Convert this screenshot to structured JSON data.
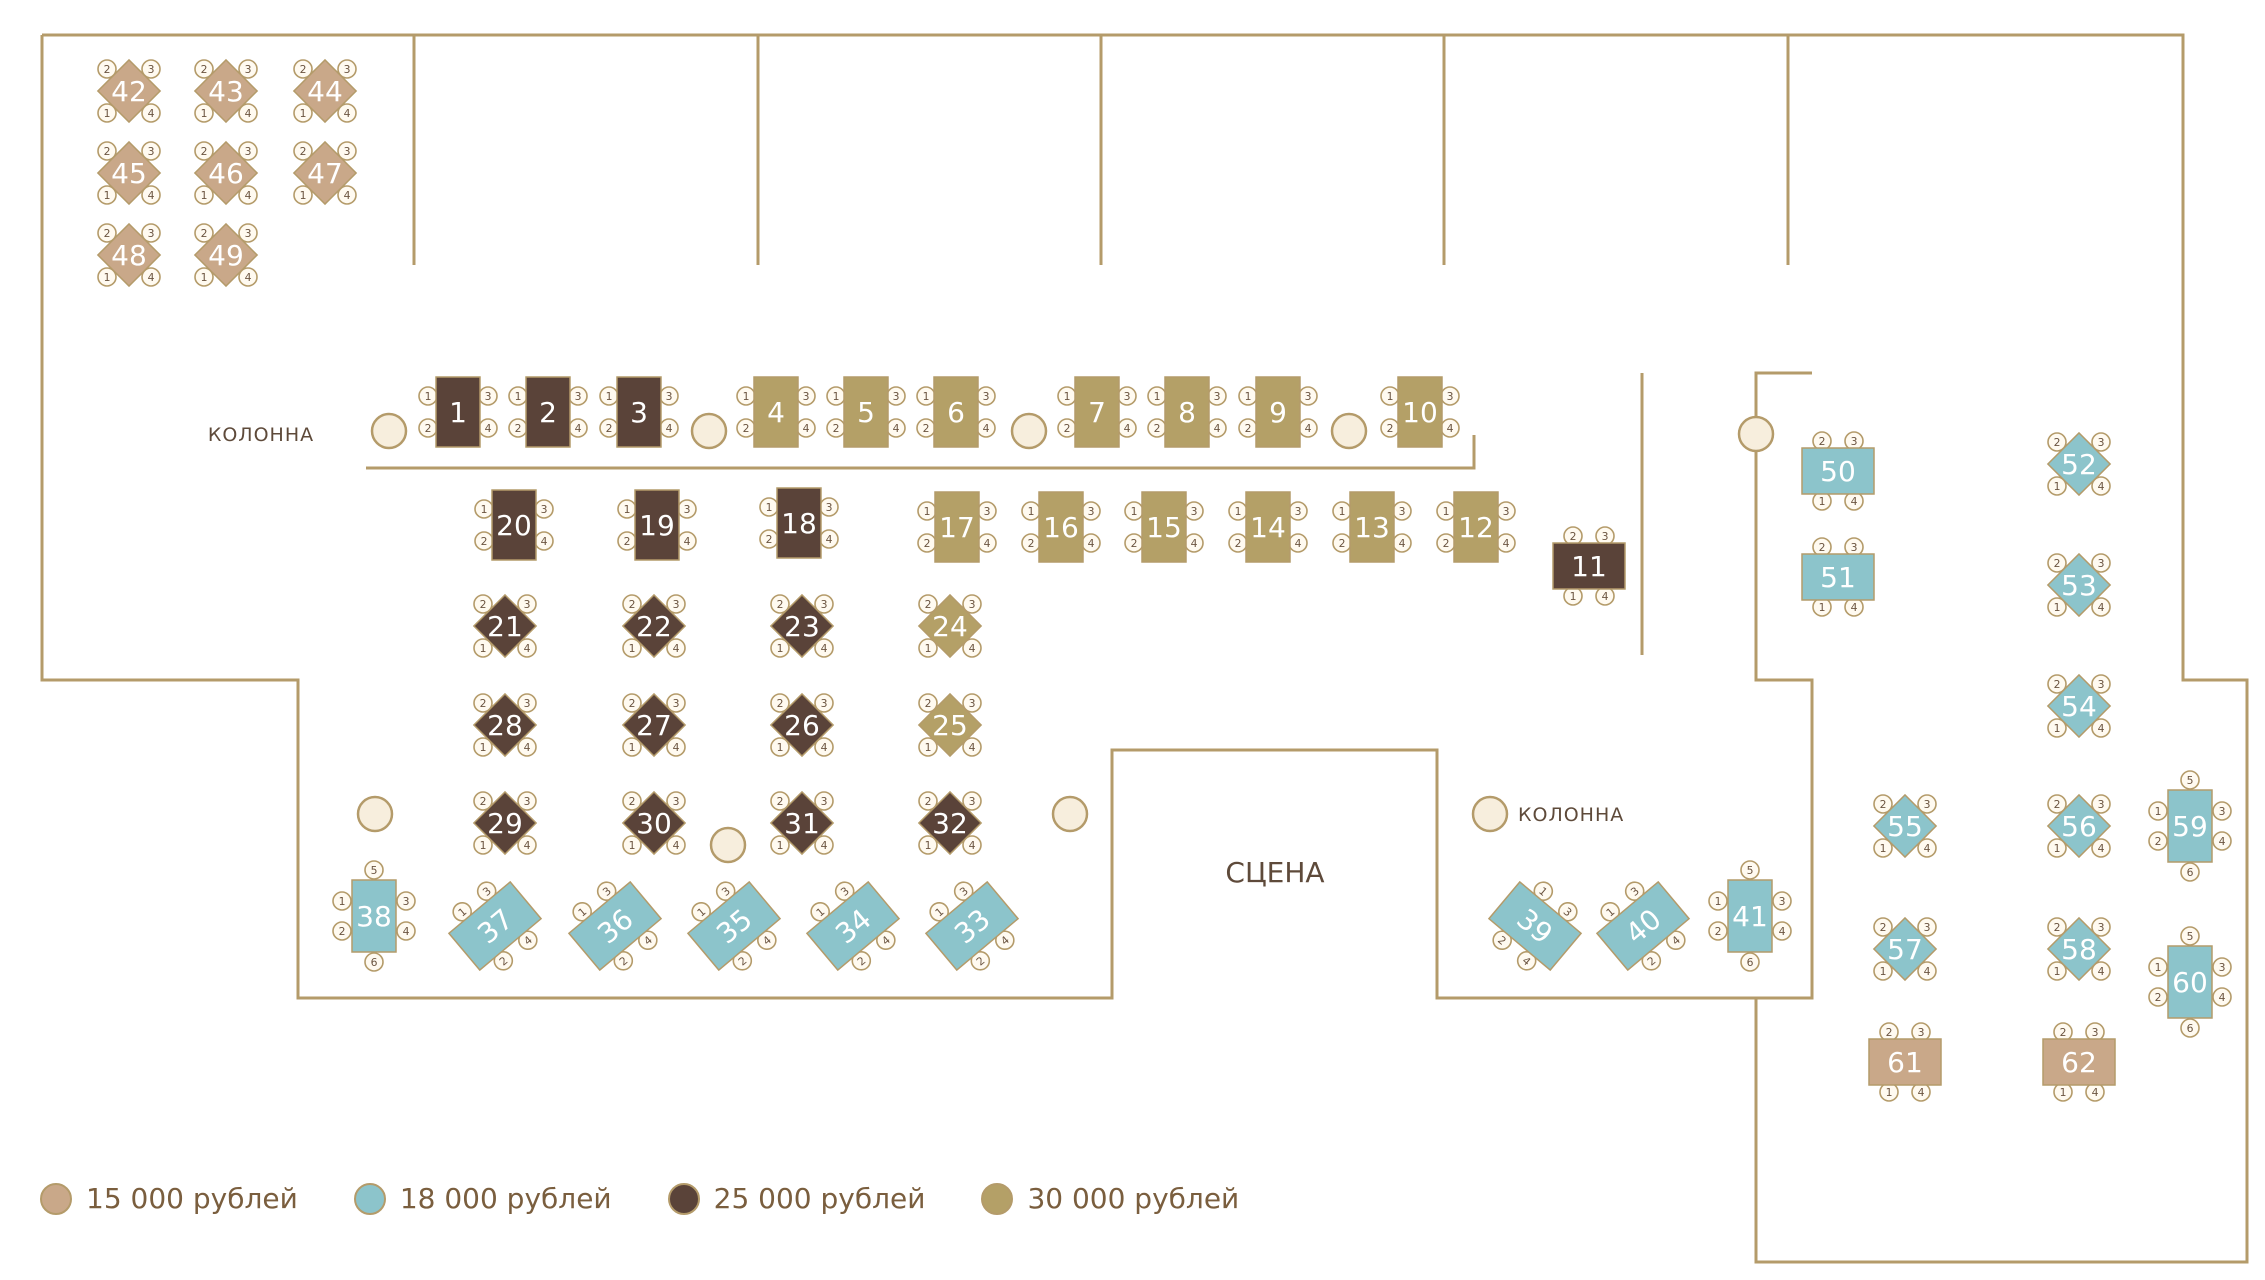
{
  "labels": {
    "stage": "СЦЕНА",
    "column": "КОЛОННА"
  },
  "colors": {
    "c15": "#c9a889",
    "c18": "#8cc4cb",
    "c25": "#5a4339",
    "c30": "#b4a067",
    "wall": "#b49b6a",
    "seat_fill": "#fffaf0",
    "column_fill": "#f7eedd"
  },
  "legend": [
    {
      "cat": "c15",
      "label": "15 000 рублей"
    },
    {
      "cat": "c18",
      "label": "18 000 рублей"
    },
    {
      "cat": "c25",
      "label": "25 000 рублей"
    },
    {
      "cat": "c30",
      "label": "30 000 рублей"
    }
  ],
  "seat_labels": [
    "1",
    "2",
    "3",
    "4"
  ],
  "seat_labels_six": [
    "1",
    "2",
    "3",
    "4",
    "5",
    "6"
  ],
  "tables": [
    {
      "id": "1",
      "cat": "c25"
    },
    {
      "id": "2",
      "cat": "c25"
    },
    {
      "id": "3",
      "cat": "c25"
    },
    {
      "id": "4",
      "cat": "c30"
    },
    {
      "id": "5",
      "cat": "c30"
    },
    {
      "id": "6",
      "cat": "c30"
    },
    {
      "id": "7",
      "cat": "c30"
    },
    {
      "id": "8",
      "cat": "c30"
    },
    {
      "id": "9",
      "cat": "c30"
    },
    {
      "id": "10",
      "cat": "c30"
    },
    {
      "id": "11",
      "cat": "c25"
    },
    {
      "id": "12",
      "cat": "c30"
    },
    {
      "id": "13",
      "cat": "c30"
    },
    {
      "id": "14",
      "cat": "c30"
    },
    {
      "id": "15",
      "cat": "c30"
    },
    {
      "id": "16",
      "cat": "c30"
    },
    {
      "id": "17",
      "cat": "c30"
    },
    {
      "id": "18",
      "cat": "c25"
    },
    {
      "id": "19",
      "cat": "c25"
    },
    {
      "id": "20",
      "cat": "c25"
    },
    {
      "id": "21",
      "cat": "c25"
    },
    {
      "id": "22",
      "cat": "c25"
    },
    {
      "id": "23",
      "cat": "c25"
    },
    {
      "id": "24",
      "cat": "c30"
    },
    {
      "id": "25",
      "cat": "c30"
    },
    {
      "id": "26",
      "cat": "c25"
    },
    {
      "id": "27",
      "cat": "c25"
    },
    {
      "id": "28",
      "cat": "c25"
    },
    {
      "id": "29",
      "cat": "c25"
    },
    {
      "id": "30",
      "cat": "c25"
    },
    {
      "id": "31",
      "cat": "c25"
    },
    {
      "id": "32",
      "cat": "c25"
    },
    {
      "id": "33",
      "cat": "c18"
    },
    {
      "id": "34",
      "cat": "c18"
    },
    {
      "id": "35",
      "cat": "c18"
    },
    {
      "id": "36",
      "cat": "c18"
    },
    {
      "id": "37",
      "cat": "c18"
    },
    {
      "id": "38",
      "cat": "c18"
    },
    {
      "id": "39",
      "cat": "c18"
    },
    {
      "id": "40",
      "cat": "c18"
    },
    {
      "id": "41",
      "cat": "c18"
    },
    {
      "id": "42",
      "cat": "c15"
    },
    {
      "id": "43",
      "cat": "c15"
    },
    {
      "id": "44",
      "cat": "c15"
    },
    {
      "id": "45",
      "cat": "c15"
    },
    {
      "id": "46",
      "cat": "c15"
    },
    {
      "id": "47",
      "cat": "c15"
    },
    {
      "id": "48",
      "cat": "c15"
    },
    {
      "id": "49",
      "cat": "c15"
    },
    {
      "id": "50",
      "cat": "c18"
    },
    {
      "id": "51",
      "cat": "c18"
    },
    {
      "id": "52",
      "cat": "c18"
    },
    {
      "id": "53",
      "cat": "c18"
    },
    {
      "id": "54",
      "cat": "c18"
    },
    {
      "id": "55",
      "cat": "c18"
    },
    {
      "id": "56",
      "cat": "c18"
    },
    {
      "id": "57",
      "cat": "c18"
    },
    {
      "id": "58",
      "cat": "c18"
    },
    {
      "id": "59",
      "cat": "c18"
    },
    {
      "id": "60",
      "cat": "c18"
    },
    {
      "id": "61",
      "cat": "c15"
    },
    {
      "id": "62",
      "cat": "c15"
    }
  ]
}
